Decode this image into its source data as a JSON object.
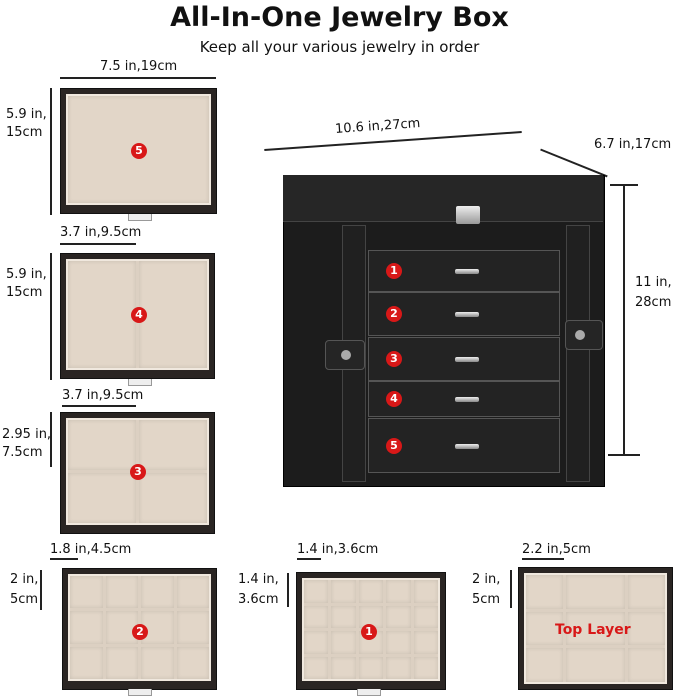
{
  "header": {
    "title": "All-In-One Jewelry Box",
    "subtitle": "Keep all your various jewelry in order"
  },
  "box": {
    "width": "10.6 in,27cm",
    "depth": "6.7 in,17cm",
    "height_in": "11 in,",
    "height_cm": "28cm",
    "drawer_numbers": [
      "1",
      "2",
      "3",
      "4",
      "5"
    ]
  },
  "trays": {
    "t5": {
      "number": "5",
      "width": "7.5 in,19cm",
      "height_in": "5.9 in,",
      "height_cm": "15cm"
    },
    "t4": {
      "number": "4",
      "width": "3.7 in,9.5cm",
      "height_in": "5.9 in,",
      "height_cm": "15cm"
    },
    "t3": {
      "number": "3",
      "width": "3.7 in,9.5cm",
      "height_in": "2.95 in,",
      "height_cm": "7.5cm"
    },
    "t2": {
      "number": "2",
      "width": "1.8 in,4.5cm",
      "height_in": "2 in,",
      "height_cm": "5cm"
    },
    "t1": {
      "number": "1",
      "width": "1.4 in,3.6cm",
      "height_in": "1.4 in,",
      "height_cm": "3.6cm"
    },
    "top": {
      "label": "Top Layer",
      "width": "2.2 in,5cm",
      "height_in": "2 in,",
      "height_cm": "5cm"
    }
  },
  "colors": {
    "badge": "#d81818",
    "leather": "#1c1c1c",
    "velvet": "#dcd0c2"
  }
}
